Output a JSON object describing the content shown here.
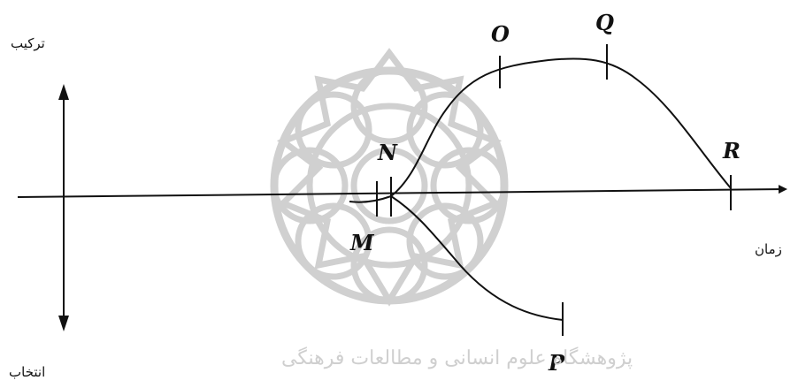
{
  "labels": {
    "top_left": "ترکیب",
    "bottom_left": "انتخاب",
    "time_axis": "زمان"
  },
  "points": {
    "M": "M",
    "N": "N",
    "O": "O",
    "P": "P",
    "Q": "Q",
    "R": "R"
  },
  "watermark": {
    "text": "پژوهشگاه علوم انسانی و مطالعات فرهنگی"
  },
  "colors": {
    "ink": "#111111",
    "watermark": "#cfcfcf"
  }
}
